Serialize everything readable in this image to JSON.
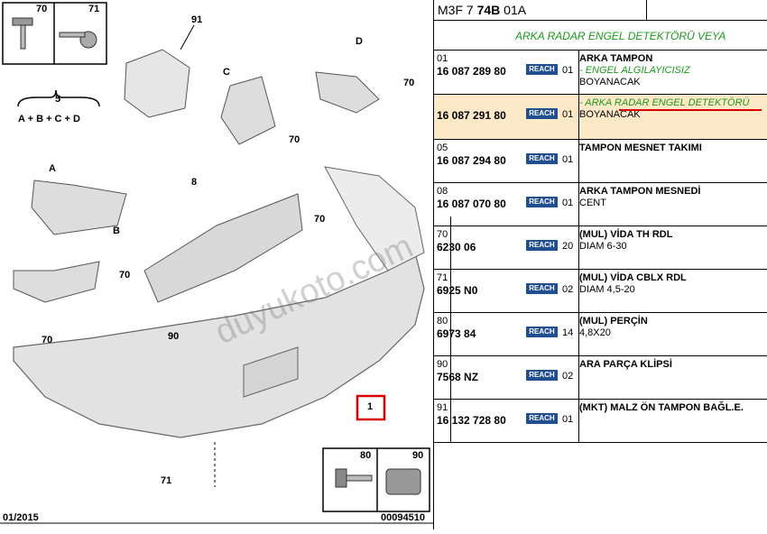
{
  "header": {
    "code_prefix": "M3F 7 ",
    "code_bold": "74B",
    "code_suffix": " 01A"
  },
  "subtitle": "ARKA RADAR ENGEL DETEKTÖRÜ VEYA",
  "diagram": {
    "callouts": [
      "70",
      "71",
      "91",
      "C",
      "D",
      "70",
      "5",
      "A + B + C + D",
      "70",
      "A",
      "8",
      "B",
      "70",
      "70",
      "90",
      "70",
      "1",
      "80",
      "90",
      "71"
    ],
    "date": "01/2015",
    "ref": "00094510"
  },
  "parts": [
    {
      "idx": "01",
      "pn": "16 087 289 80",
      "reach": "REACH",
      "qty": "01",
      "title": "ARKA TAMPON",
      "green": "- ENGEL ALGILAYICISIZ",
      "color": "BOYANACAK",
      "highlight": false
    },
    {
      "idx": "",
      "pn": "16 087 291 80",
      "reach": "REACH",
      "qty": "01",
      "title": "",
      "green": "- ARKA RADAR ENGEL DETEKTÖRÜ",
      "color": "BOYANACAK",
      "highlight": true
    },
    {
      "idx": "05",
      "pn": "16 087 294 80",
      "reach": "REACH",
      "qty": "01",
      "title": "TAMPON MESNET TAKIMI",
      "green": "",
      "color": "",
      "highlight": false
    },
    {
      "idx": "08",
      "pn": "16 087 070 80",
      "reach": "REACH",
      "qty": "01",
      "title": "ARKA TAMPON MESNEDİ",
      "green": "",
      "color": "CENT",
      "highlight": false
    },
    {
      "idx": "70",
      "pn": "6230 06",
      "reach": "REACH",
      "qty": "20",
      "title": "(MUL) VİDA TH RDL",
      "green": "",
      "color": "DIAM 6-30",
      "highlight": false
    },
    {
      "idx": "71",
      "pn": "6925 N0",
      "reach": "REACH",
      "qty": "02",
      "title": "(MUL) VİDA CBLX RDL",
      "green": "",
      "color": "DIAM 4,5-20",
      "highlight": false
    },
    {
      "idx": "80",
      "pn": "6973 84",
      "reach": "REACH",
      "qty": "14",
      "title": "(MUL) PERÇİN",
      "green": "",
      "color": "4,8X20",
      "highlight": false
    },
    {
      "idx": "90",
      "pn": "7568 NZ",
      "reach": "REACH",
      "qty": "02",
      "title": "ARA PARÇA KLİPSİ",
      "green": "",
      "color": "",
      "highlight": false
    },
    {
      "idx": "91",
      "pn": "16 132 728 80",
      "reach": "REACH",
      "qty": "01",
      "title": "(MKT) MALZ ÖN TAMPON BAĞL.E.",
      "green": "",
      "color": "",
      "highlight": false
    }
  ],
  "watermark": "duyukoto.com"
}
